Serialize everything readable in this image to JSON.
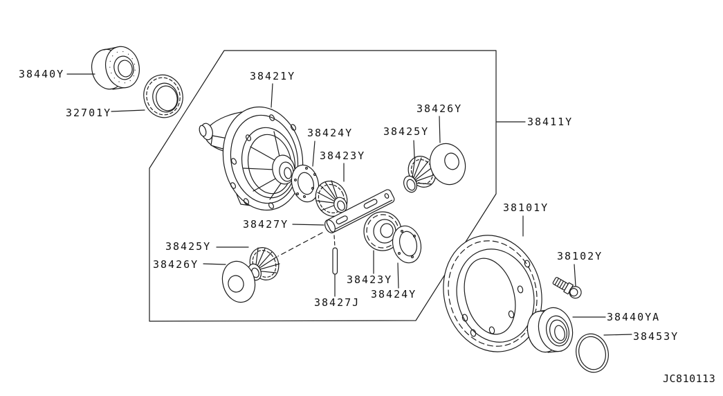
{
  "colors": {
    "background": "#ffffff",
    "line": "#1c1c1c",
    "text": "#111111"
  },
  "diagram": {
    "kind": "exploded-parts-line-drawing",
    "doc_code": "JC810113",
    "labels": [
      {
        "part": "38440Y",
        "instance": "top-left-bearing",
        "text": "38440Y"
      },
      {
        "part": "32701Y",
        "instance": "toothed-ring",
        "text": "32701Y"
      },
      {
        "part": "38421Y",
        "instance": "carrier-case",
        "text": "38421Y"
      },
      {
        "part": "38424Y",
        "instance": "upper-washer",
        "text": "38424Y"
      },
      {
        "part": "38423Y",
        "instance": "upper-side-gear",
        "text": "38423Y"
      },
      {
        "part": "38425Y",
        "instance": "upper-pinion",
        "text": "38425Y"
      },
      {
        "part": "38426Y",
        "instance": "upper-thrust-washer",
        "text": "38426Y"
      },
      {
        "part": "38411Y",
        "instance": "assembly",
        "text": "38411Y"
      },
      {
        "part": "38101Y",
        "instance": "ring-gear",
        "text": "38101Y"
      },
      {
        "part": "38102Y",
        "instance": "bolt",
        "text": "38102Y"
      },
      {
        "part": "38427Y",
        "instance": "pinion-shaft",
        "text": "38427Y"
      },
      {
        "part": "38425Y",
        "instance": "lower-pinion",
        "text": "38425Y"
      },
      {
        "part": "38426Y",
        "instance": "lower-thrust-washer",
        "text": "38426Y"
      },
      {
        "part": "38423Y",
        "instance": "lower-side-gear",
        "text": "38423Y"
      },
      {
        "part": "38424Y",
        "instance": "lower-washer",
        "text": "38424Y"
      },
      {
        "part": "38427J",
        "instance": "lock-pin",
        "text": "38427J"
      },
      {
        "part": "38440YA",
        "instance": "lower-right-bearing",
        "text": "38440YA"
      },
      {
        "part": "38453Y",
        "instance": "adjust-shim-ring",
        "text": "38453Y"
      }
    ]
  }
}
